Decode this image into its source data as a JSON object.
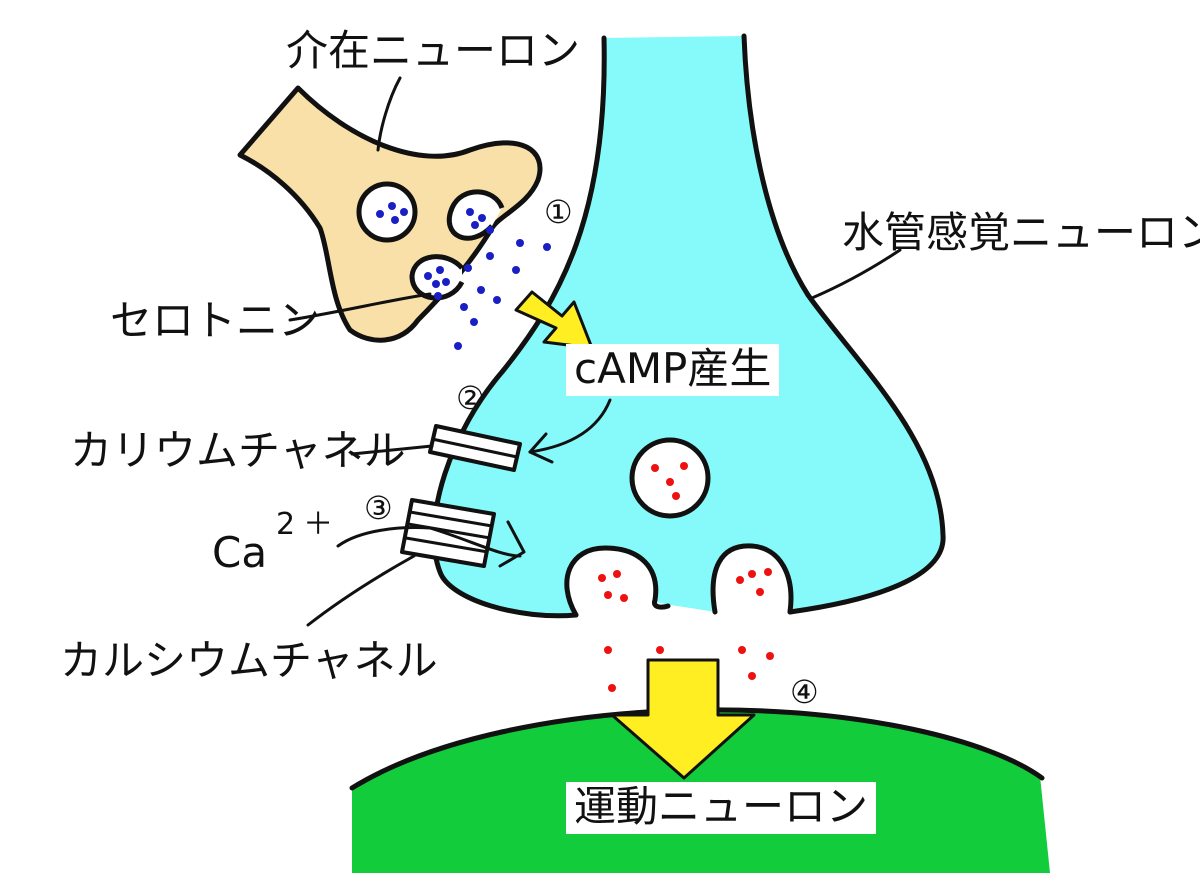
{
  "labels": {
    "interneuron": "介在ニューロン",
    "serotonin": "セロトニン",
    "sensory_neuron": "水管感覚ニューロン",
    "camp": "cAMP産生",
    "potassium_channel": "カリウムチャネル",
    "calcium_ion": "Ca",
    "calcium_superscript": "2＋",
    "calcium_channel": "カルシウムチャネル",
    "motor_neuron": "運動ニューロン"
  },
  "steps": [
    "①",
    "②",
    "③",
    "④"
  ],
  "colors": {
    "interneuron_fill": "#f9e0a8",
    "sensory_neuron_fill": "#86fafa",
    "motor_neuron_fill": "#12cc3c",
    "serotonin_dot": "#1a1fc4",
    "transmitter_dot": "#ee1111",
    "arrow_fill": "#ffee22",
    "outline": "#111111"
  }
}
